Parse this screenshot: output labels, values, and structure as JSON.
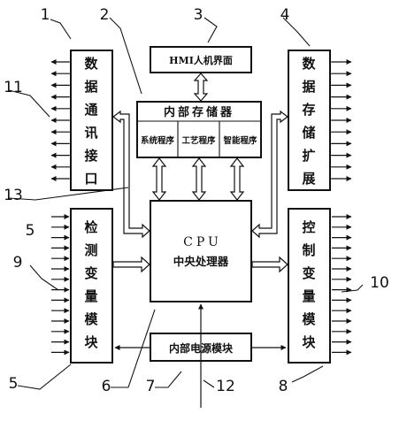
{
  "boxes": {
    "hmi": "HMI人机界面",
    "memory_title": "内部存储器",
    "memory_sections": [
      "系统程序",
      "工艺程序",
      "智能程序"
    ],
    "cpu_line1": "CPU",
    "cpu_line2": "中央处理器",
    "power": "内部电源模块",
    "comm": [
      "数",
      "据",
      "通",
      "讯",
      "接",
      "口"
    ],
    "storage_ext": [
      "数",
      "据",
      "存",
      "储",
      "扩",
      "展"
    ],
    "detect": [
      "检",
      "测",
      "变",
      "量",
      "模",
      "块"
    ],
    "control": [
      "控",
      "制",
      "变",
      "量",
      "模",
      "块"
    ]
  },
  "callouts": {
    "n1": "1",
    "n2": "2",
    "n3": "3",
    "n4": "4",
    "n5": "5",
    "n6": "6",
    "n7": "7",
    "n8": "8",
    "n9": "9",
    "n10": "10",
    "n11": "11",
    "n12": "12",
    "n13": "13"
  }
}
